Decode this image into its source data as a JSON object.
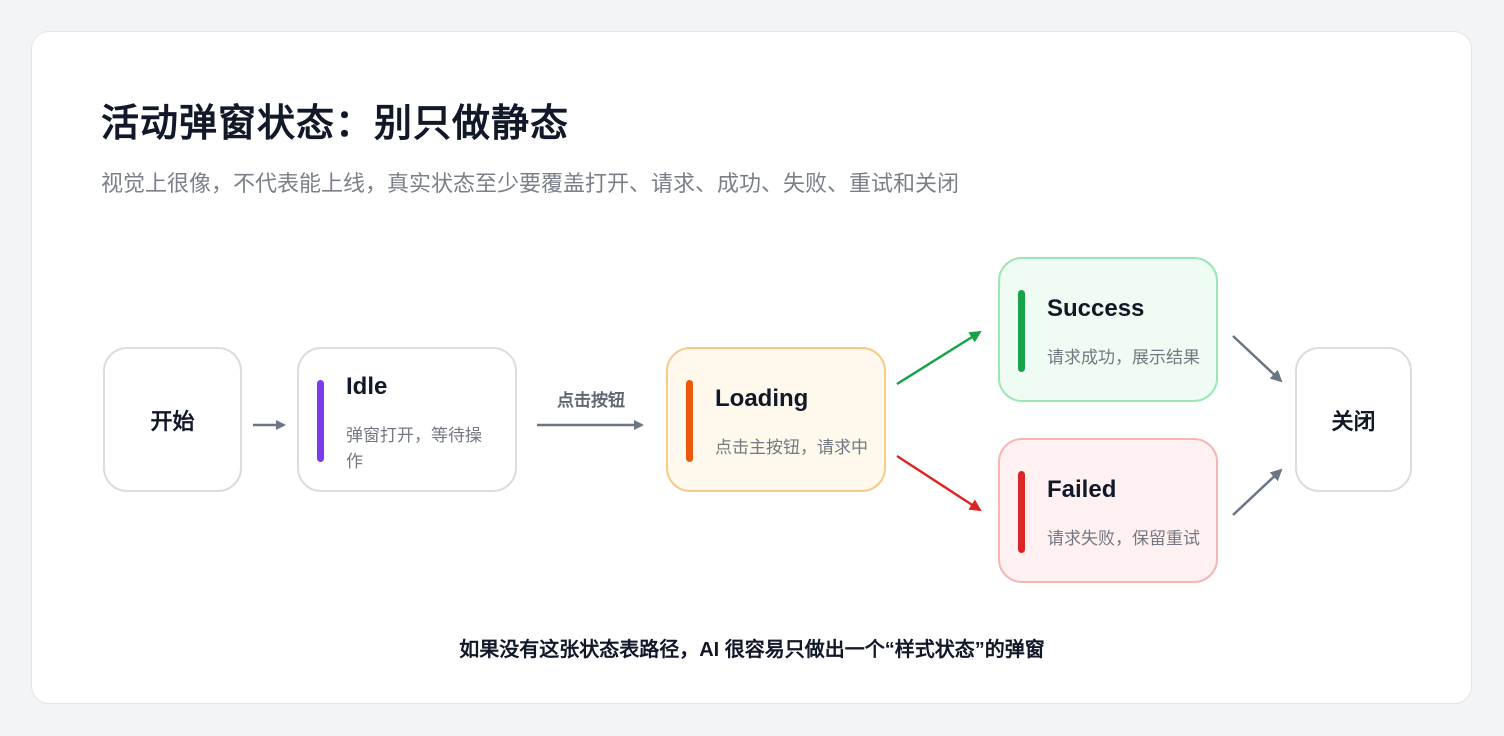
{
  "title": "活动弹窗状态：别只做静态",
  "subtitle": "视觉上很像，不代表能上线，真实状态至少要覆盖打开、请求、成功、失败、重试和关闭",
  "nodes": {
    "start": {
      "label": "开始"
    },
    "idle": {
      "title": "Idle",
      "desc": "弹窗打开，等待操作",
      "accent": "#7c3aed"
    },
    "loading": {
      "title": "Loading",
      "desc": "点击主按钮，请求中",
      "accent": "#ea580c",
      "border": "#f8c98c",
      "fill": "#fff8ec"
    },
    "success": {
      "title": "Success",
      "desc": "请求成功，展示结果",
      "accent": "#16a34a",
      "border": "#9ae6b4",
      "fill": "#effcf3"
    },
    "failed": {
      "title": "Failed",
      "desc": "请求失败，保留重试",
      "accent": "#dc2626",
      "border": "#f6b5b5",
      "fill": "#fff1f1"
    },
    "close": {
      "label": "关闭"
    }
  },
  "edges": {
    "click_label": "点击按钮"
  },
  "colors": {
    "arrow_gray": "#6b7685",
    "arrow_green": "#16a34a",
    "arrow_red": "#dc2626"
  },
  "footer": "如果没有这张状态表路径，AI 很容易只做出一个“样式状态”的弹窗"
}
